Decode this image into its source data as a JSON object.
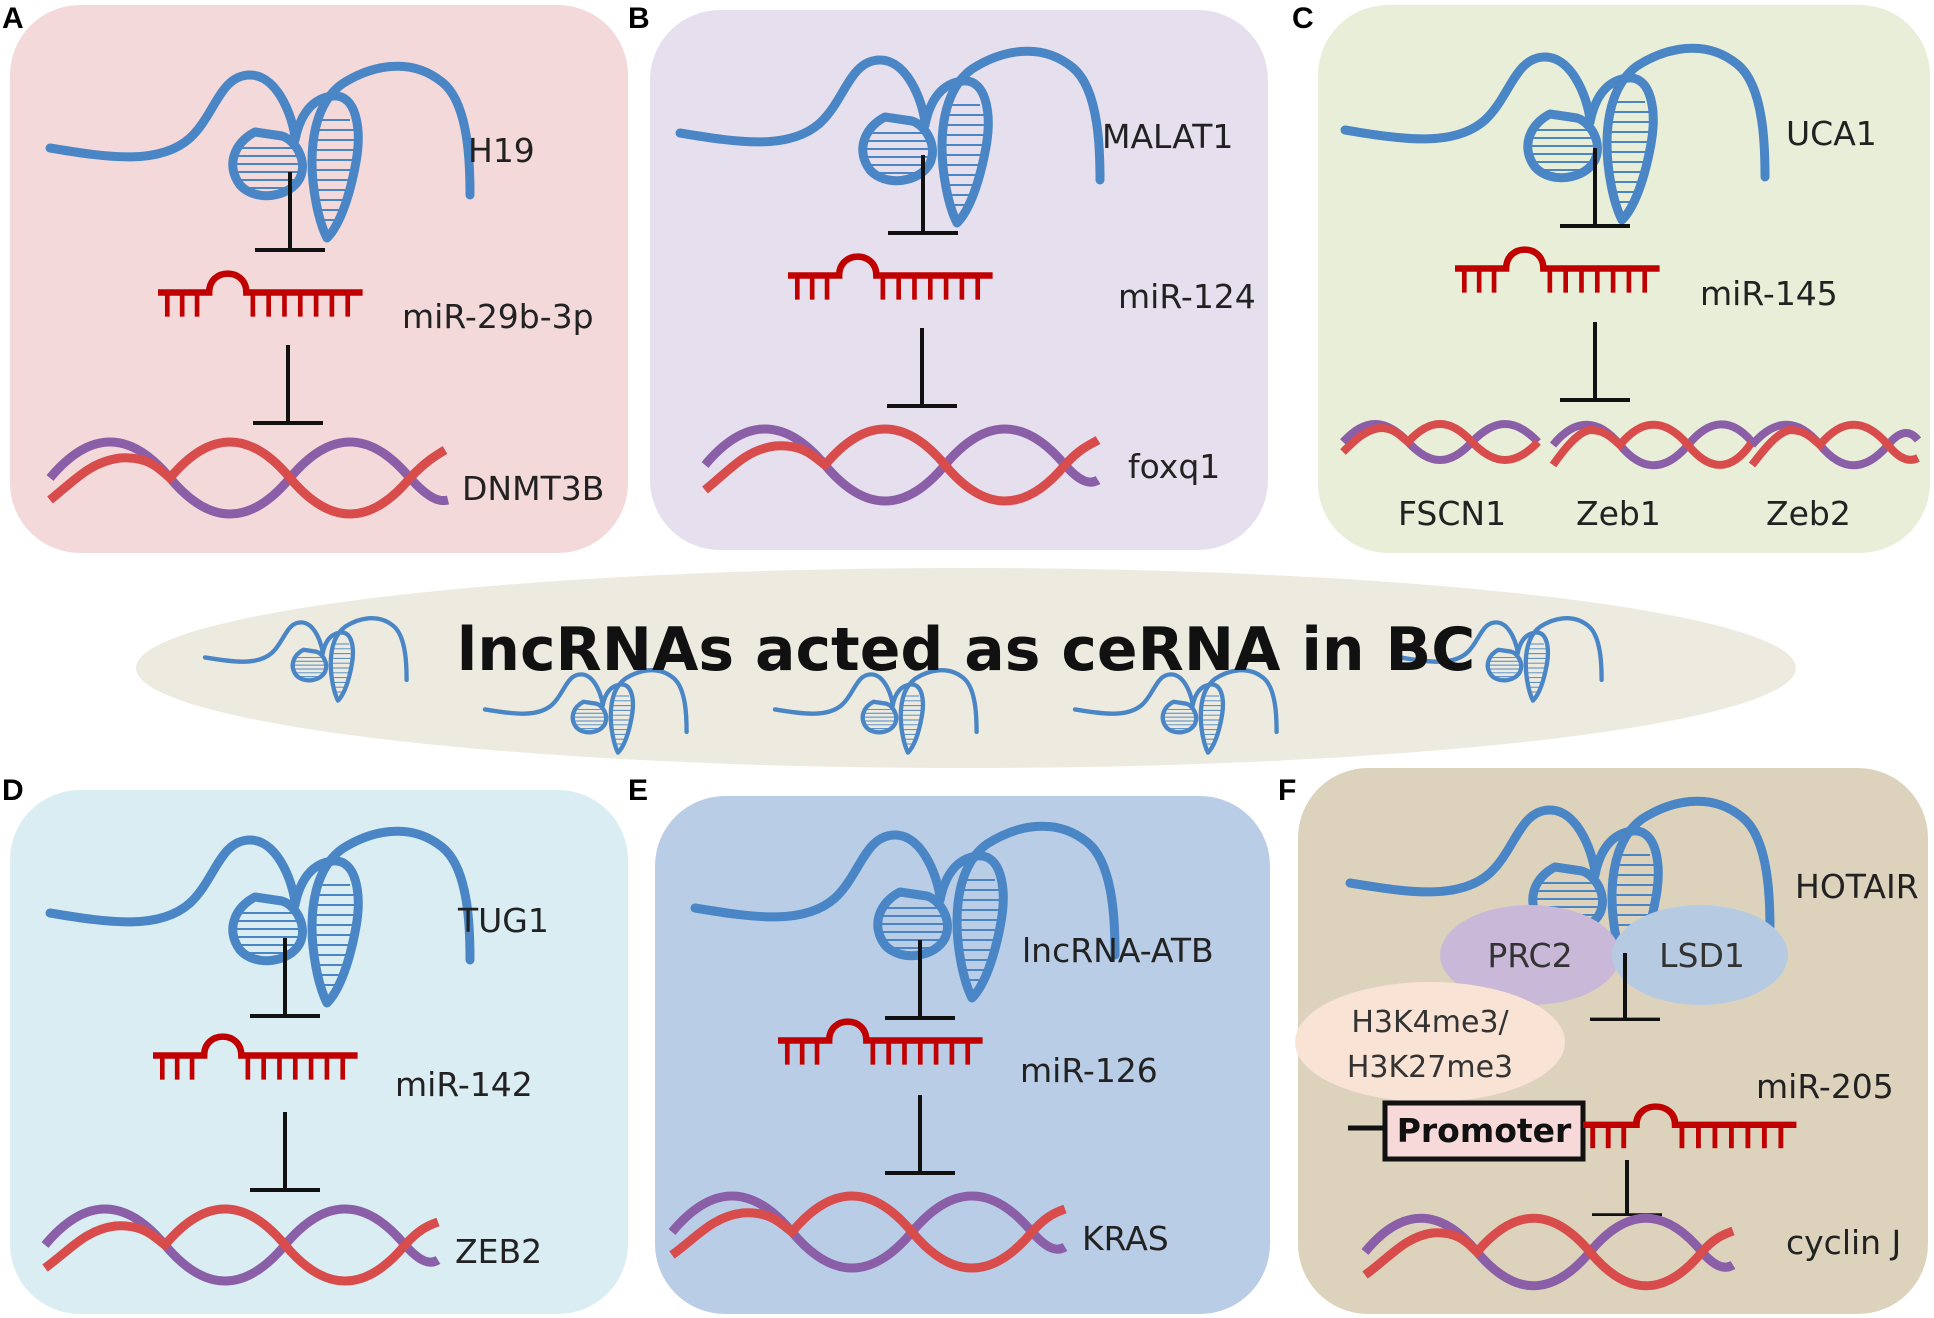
{
  "title": "lncRNAs acted as ceRNA in BC",
  "colors": {
    "lncrna": "#4a86c5",
    "mirna": "#c00000",
    "dna_purple": "#8b5ea8",
    "dna_red": "#d84c4c",
    "inhibit": "#111111",
    "panel_a": "#f3d9da",
    "panel_b": "#e6dfed",
    "panel_c": "#e9eed9",
    "panel_d": "#daedf3",
    "panel_e": "#b9cde6",
    "panel_f": "#ddd3bd",
    "center": "#edebe0"
  },
  "panels": [
    {
      "letter": "A",
      "lncrna": "H19",
      "mirna": "miR-29b-3p",
      "targets": [
        "DNMT3B"
      ]
    },
    {
      "letter": "B",
      "lncrna": "MALAT1",
      "mirna": "miR-124",
      "targets": [
        "foxq1"
      ]
    },
    {
      "letter": "C",
      "lncrna": "UCA1",
      "mirna": "miR-145",
      "targets": [
        "FSCN1",
        "Zeb1",
        "Zeb2"
      ]
    },
    {
      "letter": "D",
      "lncrna": "TUG1",
      "mirna": "miR-142",
      "targets": [
        "ZEB2"
      ]
    },
    {
      "letter": "E",
      "lncrna": "lncRNA-ATB",
      "mirna": "miR-126",
      "targets": [
        "KRAS"
      ]
    },
    {
      "letter": "F",
      "lncrna": "HOTAIR",
      "mirna": "miR-205",
      "targets": [
        "cyclin J"
      ],
      "complexes": [
        "PRC2",
        "LSD1"
      ],
      "marks": [
        "H3K4me3/",
        "H3K27me3"
      ],
      "promoter": "Promoter"
    }
  ]
}
